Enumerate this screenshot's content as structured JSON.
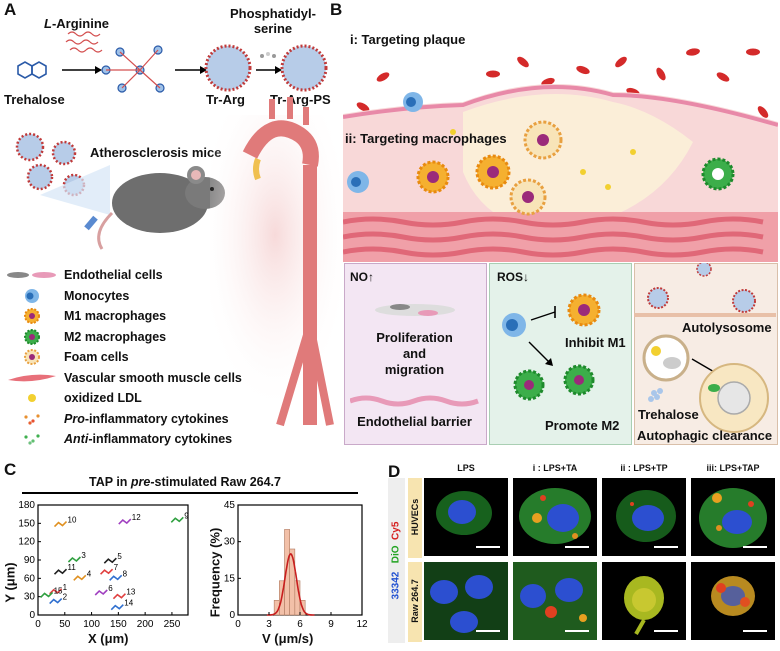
{
  "panels": {
    "a": "A",
    "b": "B",
    "c": "C",
    "d": "D"
  },
  "panel_a": {
    "l_arginine_prefix": "L",
    "l_arginine_rest": "-Arginine",
    "phosphatidylserine": [
      "Phosphatidyl-",
      "serine"
    ],
    "trehalose": "Trehalose",
    "tr_arg": "Tr-Arg",
    "tr_arg_ps": "Tr-Arg-PS",
    "mice": "Atherosclerosis mice",
    "legend": [
      {
        "text": "Endothelial cells",
        "icon": "endothelial-cell-icon"
      },
      {
        "text": "Monocytes",
        "icon": "monocyte-icon"
      },
      {
        "text": "M1 macrophages",
        "icon": "m1-macrophage-icon"
      },
      {
        "text": "M2 macrophages",
        "icon": "m2-macrophage-icon"
      },
      {
        "text": "Foam cells",
        "icon": "foam-cell-icon"
      },
      {
        "text": "Vascular smooth muscle cells",
        "icon": "smooth-muscle-cell-icon"
      },
      {
        "text": "oxidized LDL",
        "icon": "oxldl-icon"
      },
      {
        "italic": "Pro",
        "text": "-inflammatory cytokines",
        "icon": "pro-cytokine-icon"
      },
      {
        "italic": "Anti",
        "text": "-inflammatory cytokines",
        "icon": "anti-cytokine-icon"
      }
    ]
  },
  "panel_b": {
    "targeting_plaque": "i: Targeting plaque",
    "targeting_macrophages": "ii: Targeting macrophages",
    "no": "NO",
    "no_arrow": "↑",
    "proliferation": [
      "Proliferation",
      "and",
      "migration"
    ],
    "endothelial_barrier": "Endothelial barrier",
    "ros": "ROS",
    "ros_arrow": "↓",
    "inhibit_m1": "Inhibit M1",
    "promote_m2": "Promote M2",
    "autolysosome": "Autolysosome",
    "trehalose": "Trehalose",
    "autophagic_clearance": "Autophagic clearance"
  },
  "panel_c": {
    "title_pre": "TAP in ",
    "title_italic": "pre",
    "title_post": "-stimulated Raw 264.7",
    "left_ylabel": "Y (μm)",
    "left_xlabel": "X (μm)",
    "right_ylabel": "Frequency (%)",
    "right_xlabel": "V (μm/s)",
    "track_numbers": [
      "1",
      "2",
      "3",
      "4",
      "5",
      "6",
      "7",
      "8",
      "9",
      "10",
      "11",
      "12",
      "13",
      "14",
      "15"
    ]
  },
  "panel_d": {
    "columns": [
      "LPS",
      "i : LPS+TA",
      "ii : LPS+TP",
      "iii: LPS+TAP"
    ],
    "rows": [
      "HUVECs",
      "Raw 264.7"
    ],
    "stain_33342": "33342",
    "stain_dio": "DiO",
    "stain_cy5": "Cy5",
    "colors": {
      "33342": "#1f4fd1",
      "DiO": "#22a422",
      "Cy5": "#d62020"
    }
  },
  "chart_data": [
    {
      "type": "scatter",
      "title": "TAP in pre-stimulated Raw 264.7",
      "xlabel": "X (μm)",
      "ylabel": "Y (μm)",
      "xlim": [
        0,
        280
      ],
      "ylim": [
        0,
        180
      ],
      "xticks": [
        0,
        50,
        100,
        150,
        200,
        250
      ],
      "yticks": [
        0,
        30,
        60,
        90,
        120,
        150,
        180
      ],
      "tracks": [
        {
          "id": "1",
          "x": 33,
          "y": 38
        },
        {
          "id": "2",
          "x": 33,
          "y": 22
        },
        {
          "id": "3",
          "x": 68,
          "y": 90
        },
        {
          "id": "4",
          "x": 78,
          "y": 60
        },
        {
          "id": "5",
          "x": 135,
          "y": 88
        },
        {
          "id": "6",
          "x": 118,
          "y": 36
        },
        {
          "id": "7",
          "x": 128,
          "y": 70
        },
        {
          "id": "8",
          "x": 145,
          "y": 60
        },
        {
          "id": "9",
          "x": 260,
          "y": 155
        },
        {
          "id": "10",
          "x": 42,
          "y": 148
        },
        {
          "id": "11",
          "x": 42,
          "y": 70
        },
        {
          "id": "12",
          "x": 162,
          "y": 152
        },
        {
          "id": "13",
          "x": 152,
          "y": 30
        },
        {
          "id": "14",
          "x": 148,
          "y": 12
        },
        {
          "id": "15",
          "x": 16,
          "y": 32
        }
      ]
    },
    {
      "type": "bar",
      "xlabel": "V (μm/s)",
      "ylabel": "Frequency (%)",
      "xlim": [
        0,
        12
      ],
      "ylim": [
        0,
        45
      ],
      "xticks": [
        0,
        3,
        6,
        9,
        12
      ],
      "yticks": [
        0,
        15,
        30,
        45
      ],
      "bin_width": 0.5,
      "bins": [
        3.5,
        4.0,
        4.5,
        5.0,
        5.5,
        6.0,
        6.5
      ],
      "values": [
        6,
        14,
        35,
        27,
        14,
        6,
        0
      ],
      "fit_curve": {
        "type": "gaussian",
        "mean": 5.1,
        "sd": 0.55,
        "peak": 25
      }
    }
  ]
}
